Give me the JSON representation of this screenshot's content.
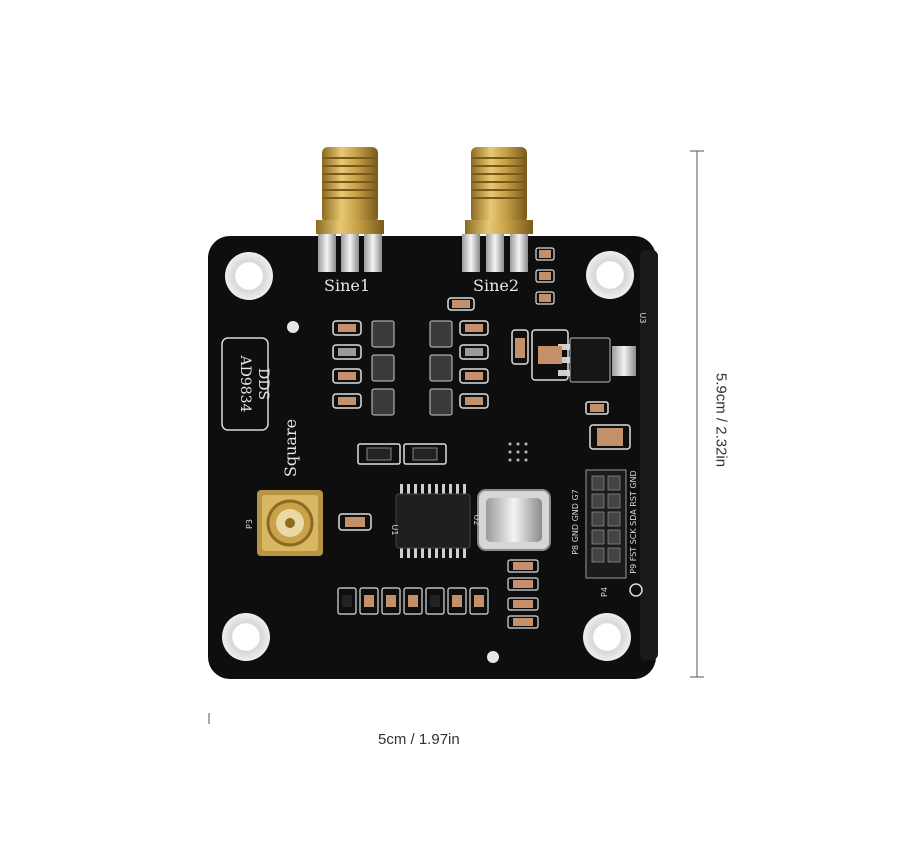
{
  "dimensions": {
    "width_label": "5cm / 1.97in",
    "height_label": "5.9cm / 2.32in"
  },
  "board": {
    "chip_label_line1": "AD9834",
    "chip_label_line2": "DDS",
    "sine1_label": "Sine1",
    "sine2_label": "Sine2",
    "square_label": "Square",
    "header_top_labels": "P8 GND GND G7",
    "header_bottom_labels": "P9 FST SCK SDA RST GND",
    "u1_label": "U1",
    "u2_label": "U2",
    "u3_label": "U3",
    "p3_label": "P3",
    "p4_label": "P4"
  },
  "colors": {
    "pcb": "#0e0e0e",
    "gold": "#c9a24a",
    "silkscreen": "#e8e8e8",
    "background": "#ffffff"
  }
}
